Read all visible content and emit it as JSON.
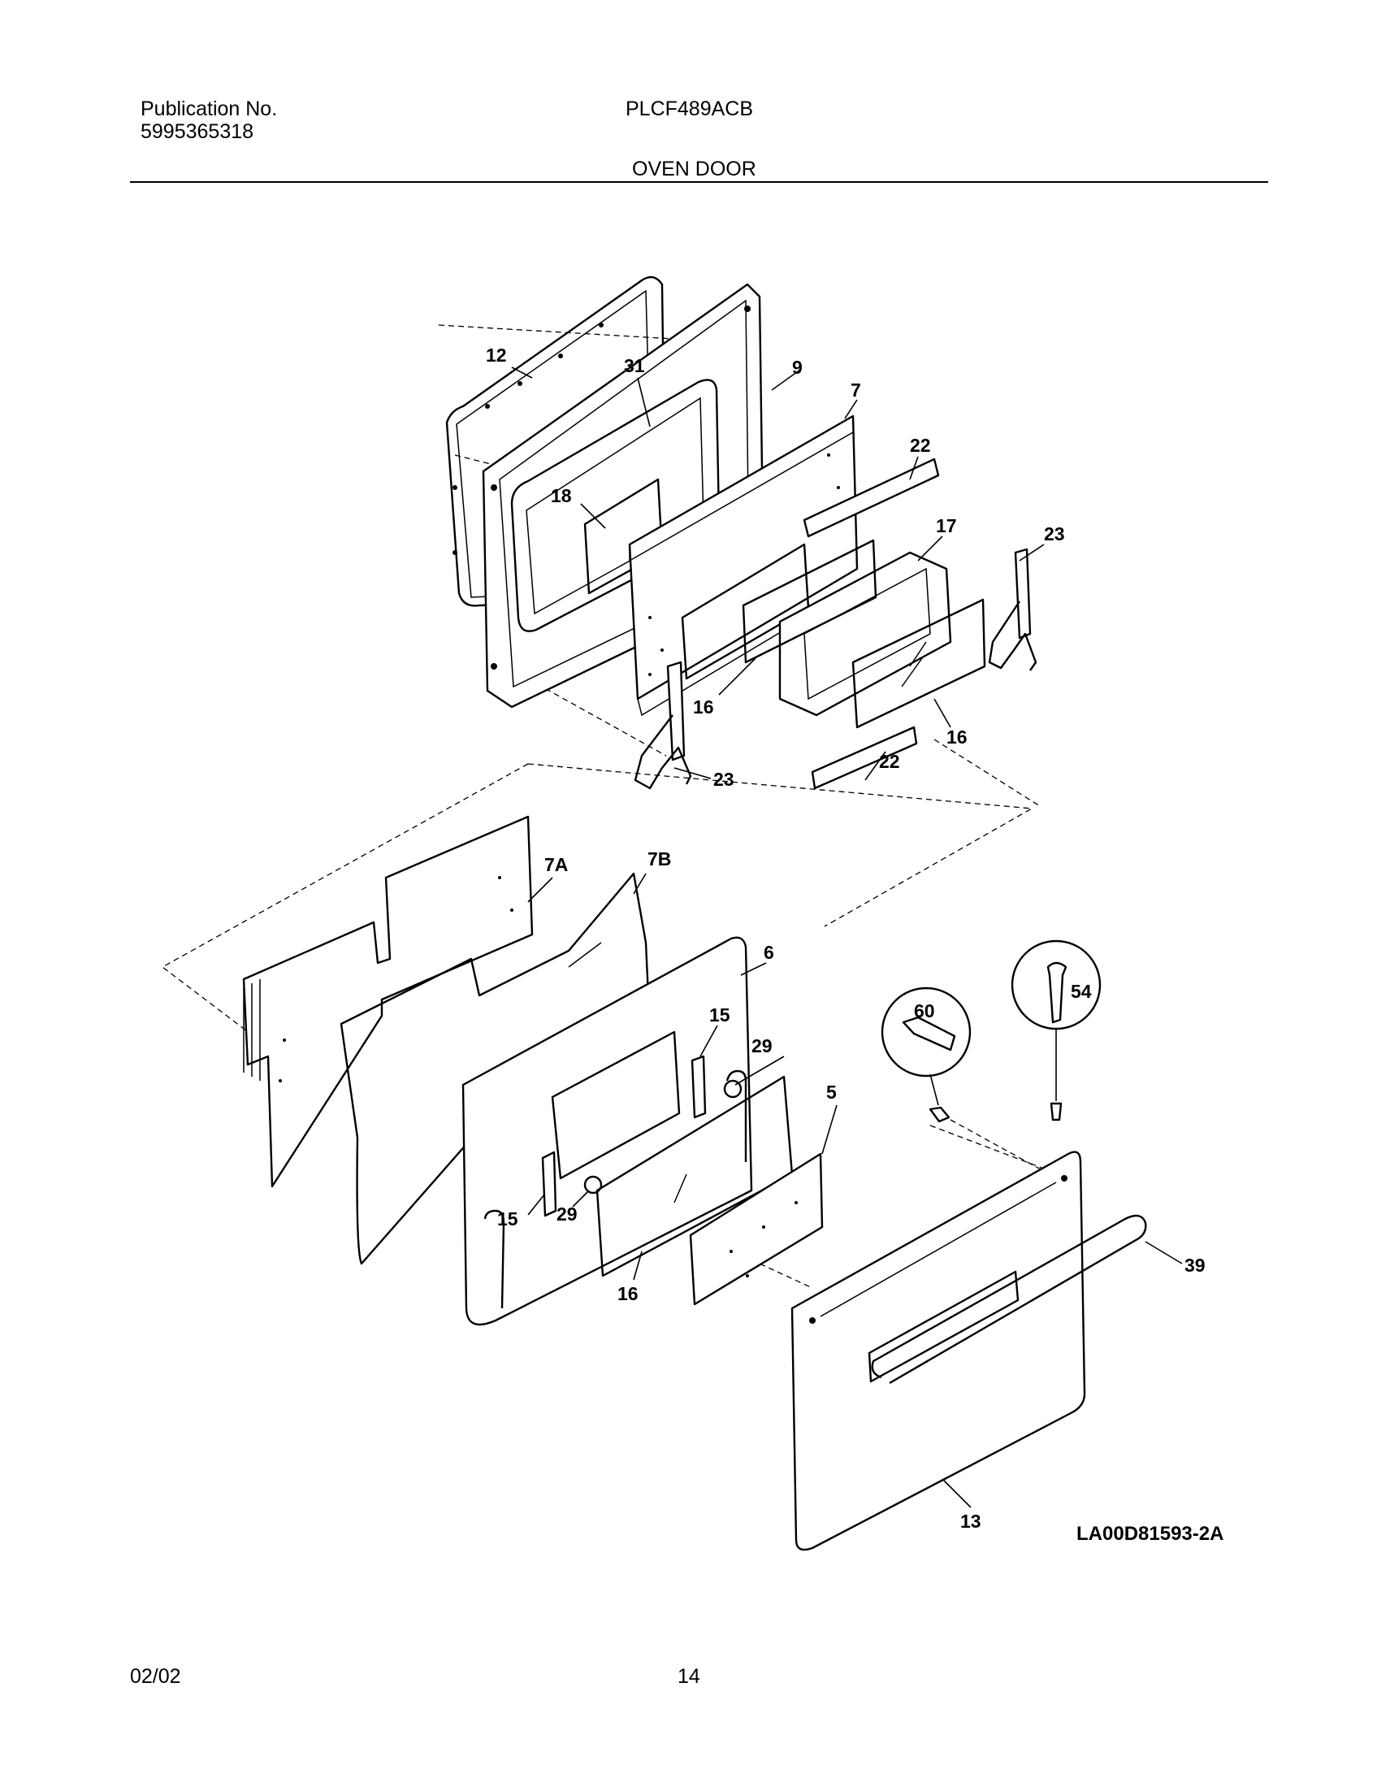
{
  "header": {
    "publication_label": "Publication No.",
    "publication_number": "5995365318",
    "model": "PLCF489ACB",
    "section_title": "OVEN DOOR"
  },
  "diagram": {
    "reference_code": "LA00D81593-2A",
    "callouts": {
      "c12": "12",
      "c31": "31",
      "c9": "9",
      "c7": "7",
      "c22a": "22",
      "c18": "18",
      "c17": "17",
      "c23a": "23",
      "c16a": "16",
      "c16b": "16",
      "c23b": "23",
      "c22b": "22",
      "c7a": "7A",
      "c7b": "7B",
      "c6": "6",
      "c15a": "15",
      "c29a": "29",
      "c5": "5",
      "c60": "60",
      "c54": "54",
      "c15b": "15",
      "c29b": "29",
      "c39": "39",
      "c16c": "16",
      "c13": "13"
    }
  },
  "footer": {
    "date": "02/02",
    "page": "14"
  }
}
